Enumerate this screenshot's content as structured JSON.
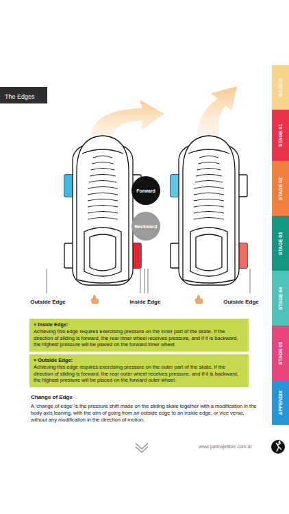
{
  "diagram": {
    "title": "The Edges",
    "nodes": [
      {
        "text": [
          "Forward"
        ]
      },
      {
        "text": [
          "Backward"
        ]
      },
      {
        "text": [
          "» Inside Edge:",
          "Achieving this edge requires exercising pressure on the inner part of the skate. If the direction of sliding is forward, the rear inner wheel receives pressure, and if it is backward, the highest pressure will be placed on the forward inner wheel."
        ]
      },
      {
        "text": [
          "» Outside Edge:",
          "Achieving this edge requires exercising pressure on the outer part of the skate. If the direction of sliding is forward, the rear outer wheel receives pressure, and if it is backward, the highest pressure will be placed on the forward outer wheel."
        ]
      },
      {
        "text": [
          "BASICS"
        ]
      },
      {
        "text": [
          "STAGE 01"
        ]
      },
      {
        "text": [
          "STAGE 02"
        ]
      },
      {
        "text": [
          "STAGE 03"
        ]
      },
      {
        "text": [
          "STAGE 04"
        ]
      },
      {
        "text": [
          "STAGE 05"
        ]
      },
      {
        "text": [
          "APPENDIX"
        ]
      }
    ],
    "labels": [
      "Outside Edge",
      "Inside Edge",
      "Outside Edge",
      "Change of Edge",
      "A ‘change of edge’ is the pressure shift made on the sliding skate together with a modification in the body axis leaning, with the aim of going from an outside edge to an inside edge, or vice versa, without any modification in the direction of motion.",
      "www.patinajelibre.com.ar"
    ]
  }
}
